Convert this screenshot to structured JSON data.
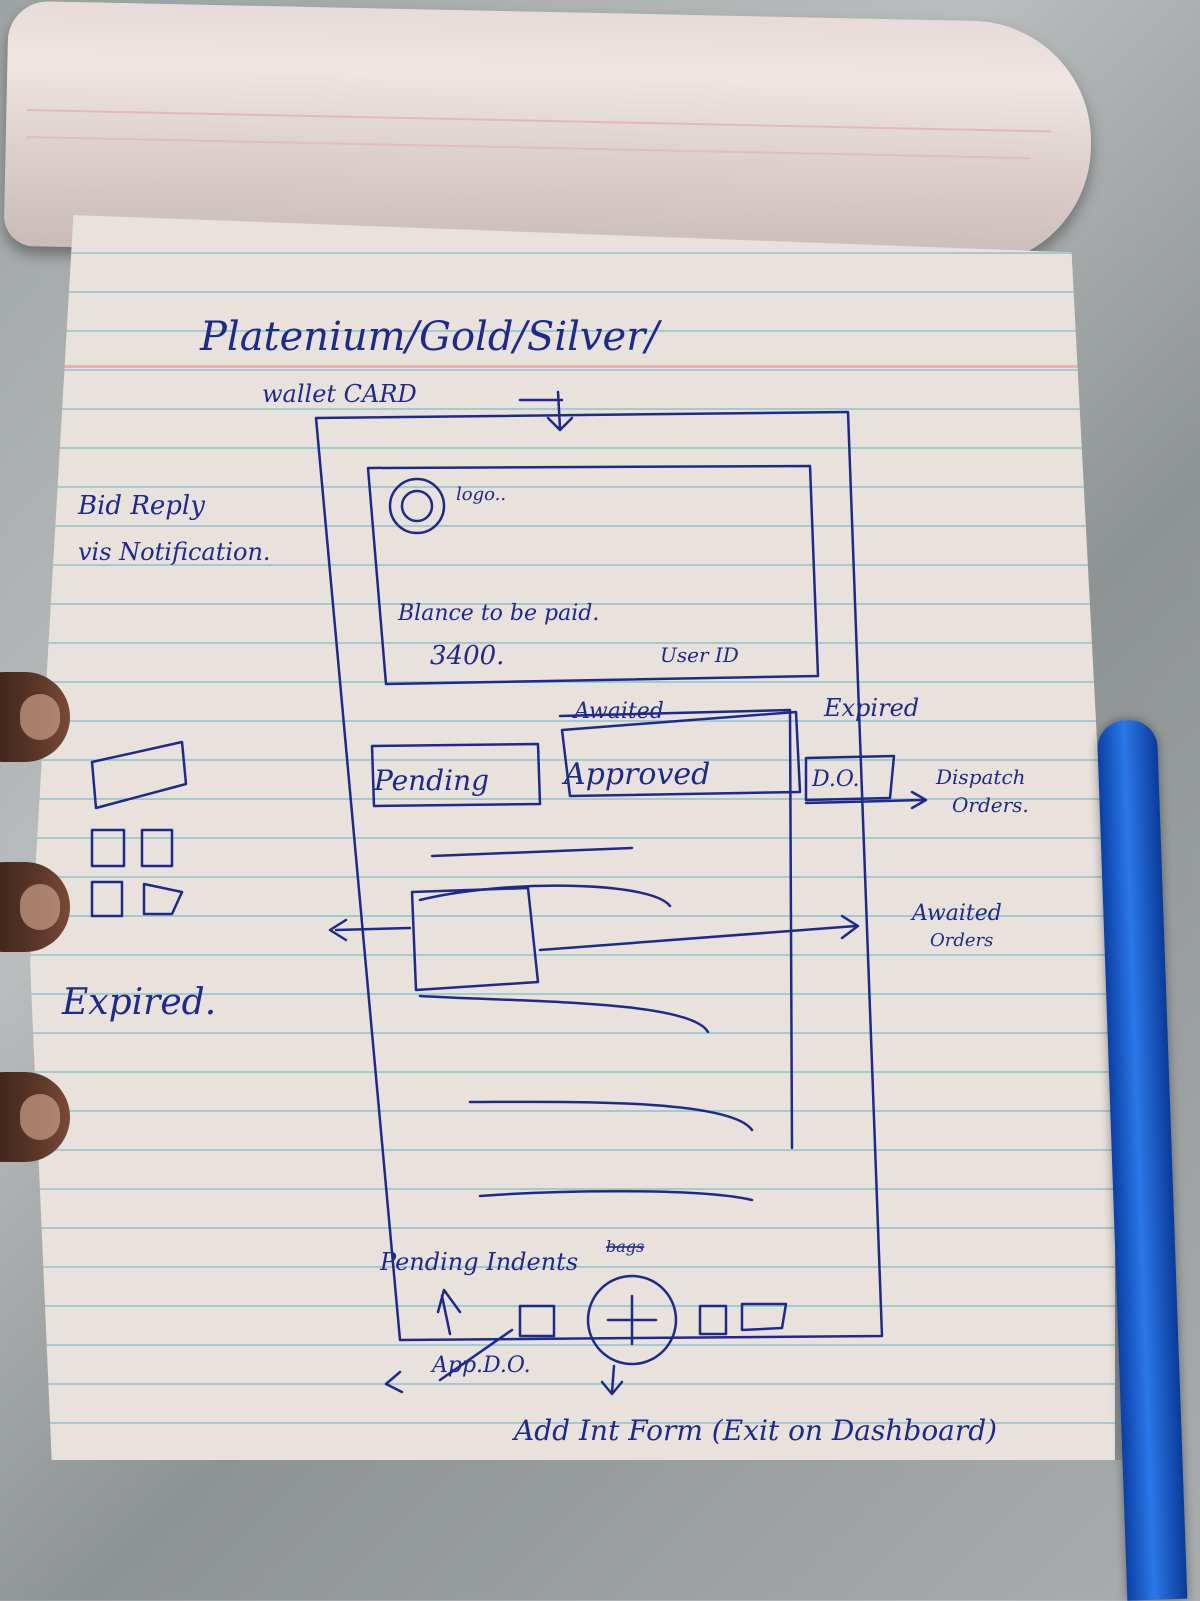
{
  "notes": {
    "title": "Platenium/Gold/Silver/",
    "wallet_card": "wallet CARD",
    "bid_reply_1": "Bid Reply",
    "bid_reply_2": "vis Notification.",
    "expired_left": "Expired.",
    "awaited_top": "Awaited",
    "expired_top": "Expired",
    "dispatch_1": "Dispatch",
    "dispatch_2": "Orders.",
    "awaited_orders_1": "Awaited",
    "awaited_orders_2": "Orders",
    "pending_indents": "Pending Indents",
    "pending_indents_strike": "bags",
    "app_do": "App.D.O.",
    "add_int_form": "Add Int Form (Exit on Dashboard)"
  },
  "card": {
    "logo_text": "logo..",
    "balance_label": "Blance to be paid.",
    "balance_value": "3400.",
    "user_id": "User ID"
  },
  "tabs": {
    "pending": "Pending",
    "approved": "Approved",
    "do": "D.O."
  },
  "colors": {
    "ink": "#1d2a8c",
    "paper": "#e9e1dc",
    "rule": "#8fc1c9"
  }
}
